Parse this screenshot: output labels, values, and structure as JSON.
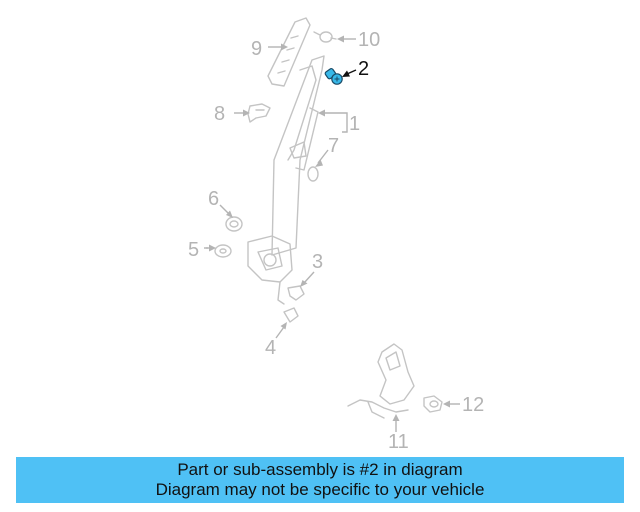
{
  "diagram": {
    "callouts": {
      "c1": "1",
      "c2": "2",
      "c3": "3",
      "c4": "4",
      "c5": "5",
      "c6": "6",
      "c7": "7",
      "c8": "8",
      "c9": "9",
      "c10": "10",
      "c11": "11",
      "c12": "12"
    },
    "highlighted_part": "2",
    "highlight_color": "#38b8e8"
  },
  "banner": {
    "line1": "Part or sub-assembly is #2 in diagram",
    "line2": "Diagram may not be specific to your vehicle",
    "background": "#4fc1f5"
  }
}
